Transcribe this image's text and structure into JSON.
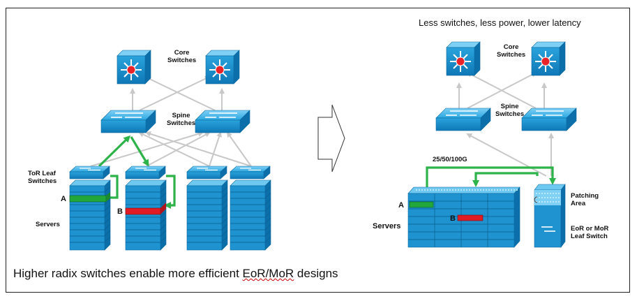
{
  "left": {
    "core_label_1": "Core",
    "core_label_2": "Switches",
    "spine_label_1": "Spine",
    "spine_label_2": "Switches",
    "tor_label_1": "ToR Leaf",
    "tor_label_2": "Switches",
    "server_a": "A",
    "server_b": "B",
    "servers": "Servers"
  },
  "right": {
    "title": "Less switches, less power, lower latency",
    "core_label_1": "Core",
    "core_label_2": "Switches",
    "spine_label_1": "Spine",
    "spine_label_2": "Switches",
    "link_speed": "25/50/100G",
    "server_a": "A",
    "server_b": "B",
    "servers": "Servers",
    "patching_1": "Patching",
    "patching_2": "Area",
    "eor_1": "EoR or MoR",
    "eor_2": "Leaf Switch"
  },
  "caption": {
    "before": "Higher radix switches enable more efficient ",
    "underlined": "EoR/MoR",
    "after": " designs"
  },
  "colors": {
    "switch_blue": "#1f9bd7",
    "path_green": "#2db34a",
    "server_a_green": "#22a83a",
    "server_b_red": "#e01b24",
    "link_gray": "#c8c8c8"
  }
}
